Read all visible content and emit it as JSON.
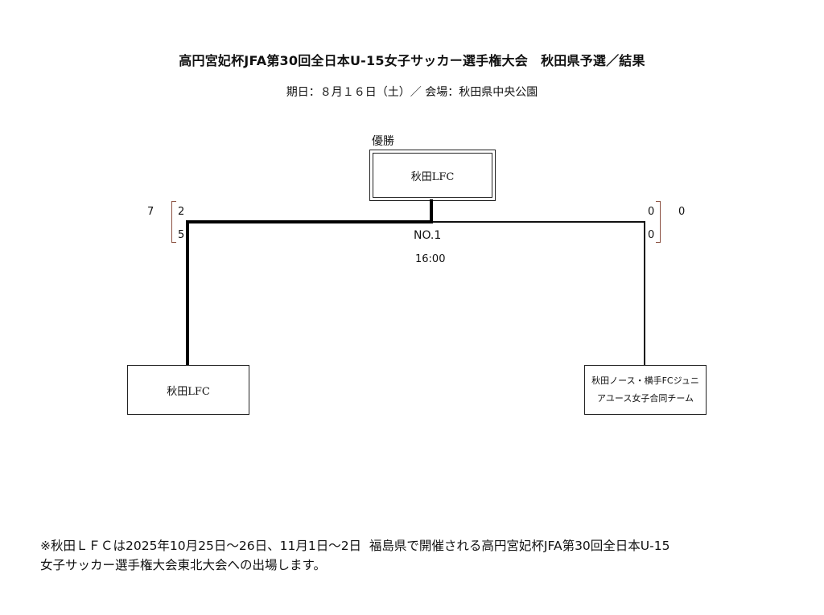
{
  "header": {
    "title": "高円宮妃杯JFA第30回全日本U-15女子サッカー選手権大会　秋田県予選／結果",
    "subtitle": "期日：８月１６日（土）／ 会場：秋田県中央公園"
  },
  "bracket": {
    "winner_label": "優勝",
    "winner": "秋田LFC",
    "match_no": "NO.1",
    "match_time": "16:00",
    "left_team": {
      "name": "秋田LFC",
      "total": "7",
      "half1": "2",
      "half2": "5"
    },
    "right_team": {
      "name_line1": "秋田ノース・横手FCジュニ",
      "name_line2": "アユース女子合同チーム",
      "total": "0",
      "half1": "0",
      "half2": "0"
    }
  },
  "footnote": {
    "line1": "※秋田ＬＦＣは2025年10月25日～26日、11月1日～2日  福島県で開催される高円宮妃杯JFA第30回全日本U-15",
    "line2": "女子サッカー選手権大会東北大会への出場します。"
  }
}
